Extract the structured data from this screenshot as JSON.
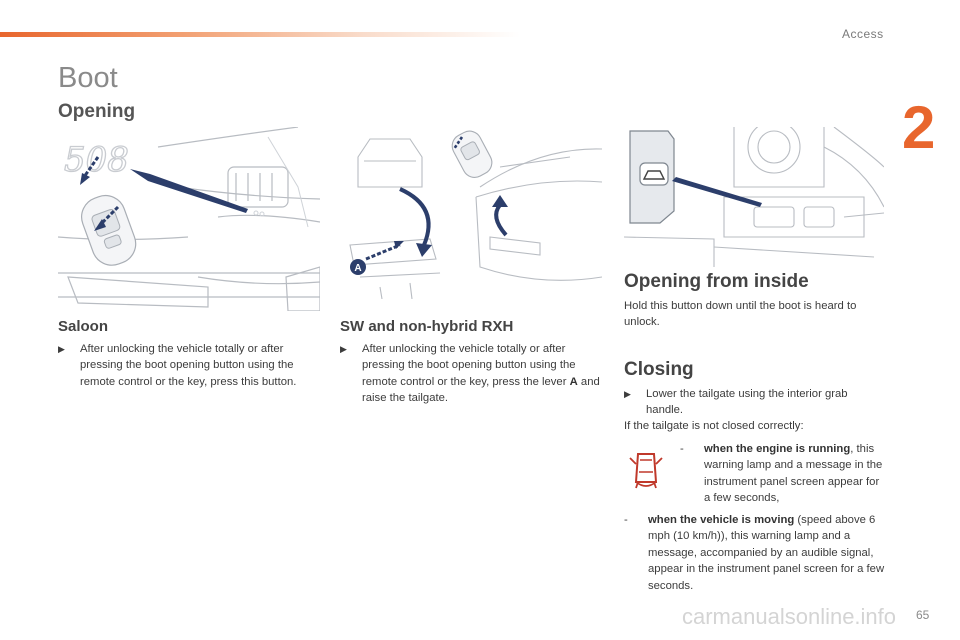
{
  "header": {
    "section_label": "Access",
    "chapter_number": "2"
  },
  "page": {
    "title": "Boot",
    "subtitle": "Opening",
    "page_number": "65"
  },
  "saloon": {
    "heading": "Saloon",
    "bullet": "After unlocking the vehicle totally or after pressing the boot opening button using the remote control or the key, press this button."
  },
  "sw": {
    "heading": "SW and non-hybrid RXH",
    "bullet_pre": "After unlocking the vehicle totally or after pressing the boot opening button using the remote control or the key, press the lever ",
    "bullet_bold": "A",
    "bullet_post": " and raise the tailgate.",
    "figure_label": "A"
  },
  "inside": {
    "heading": "Opening from inside",
    "text": "Hold this button down until the boot is heard to unlock."
  },
  "closing": {
    "heading": "Closing",
    "bullet": "Lower the tailgate using the interior grab handle.",
    "note": "If the tailgate is not closed correctly:",
    "item1_bold": "when the engine is running",
    "item1_rest": ", this warning lamp and a message in the instrument panel screen appear for a few seconds,",
    "item2_bold": "when the vehicle is moving",
    "item2_rest": " (speed above 6 mph (10 km/h)), this warning lamp and a message, accompanied by an audible signal, appear in the instrument panel screen for a few seconds.",
    "dash": "-",
    "warning_icon": "open-boot-warning-icon"
  },
  "figures": {
    "saloon_badge": "508"
  },
  "watermark": "carmanualsonline.info",
  "colors": {
    "accent": "#e8662d",
    "heading": "#444444",
    "warning": "#c0392b"
  }
}
